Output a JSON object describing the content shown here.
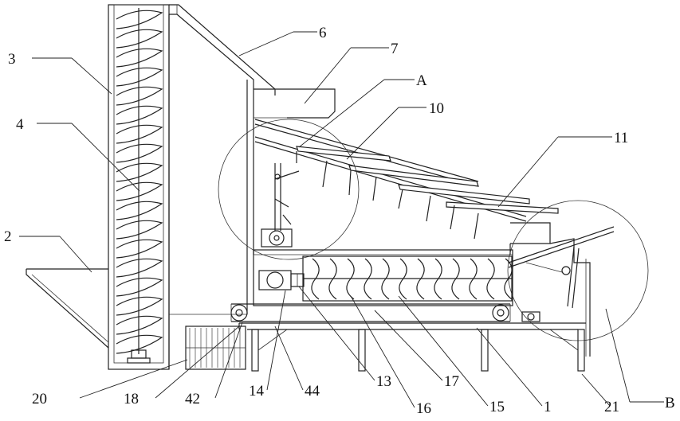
{
  "labels": {
    "l1": "1",
    "l2": "2",
    "l3": "3",
    "l4": "4",
    "l6": "6",
    "l7": "7",
    "lA": "A",
    "l10": "10",
    "l11": "11",
    "l13": "13",
    "l14": "14",
    "l15": "15",
    "l16": "16",
    "l17": "17",
    "l18": "18",
    "l20": "20",
    "l21": "21",
    "l42": "42",
    "l44": "44",
    "lB": "B"
  }
}
